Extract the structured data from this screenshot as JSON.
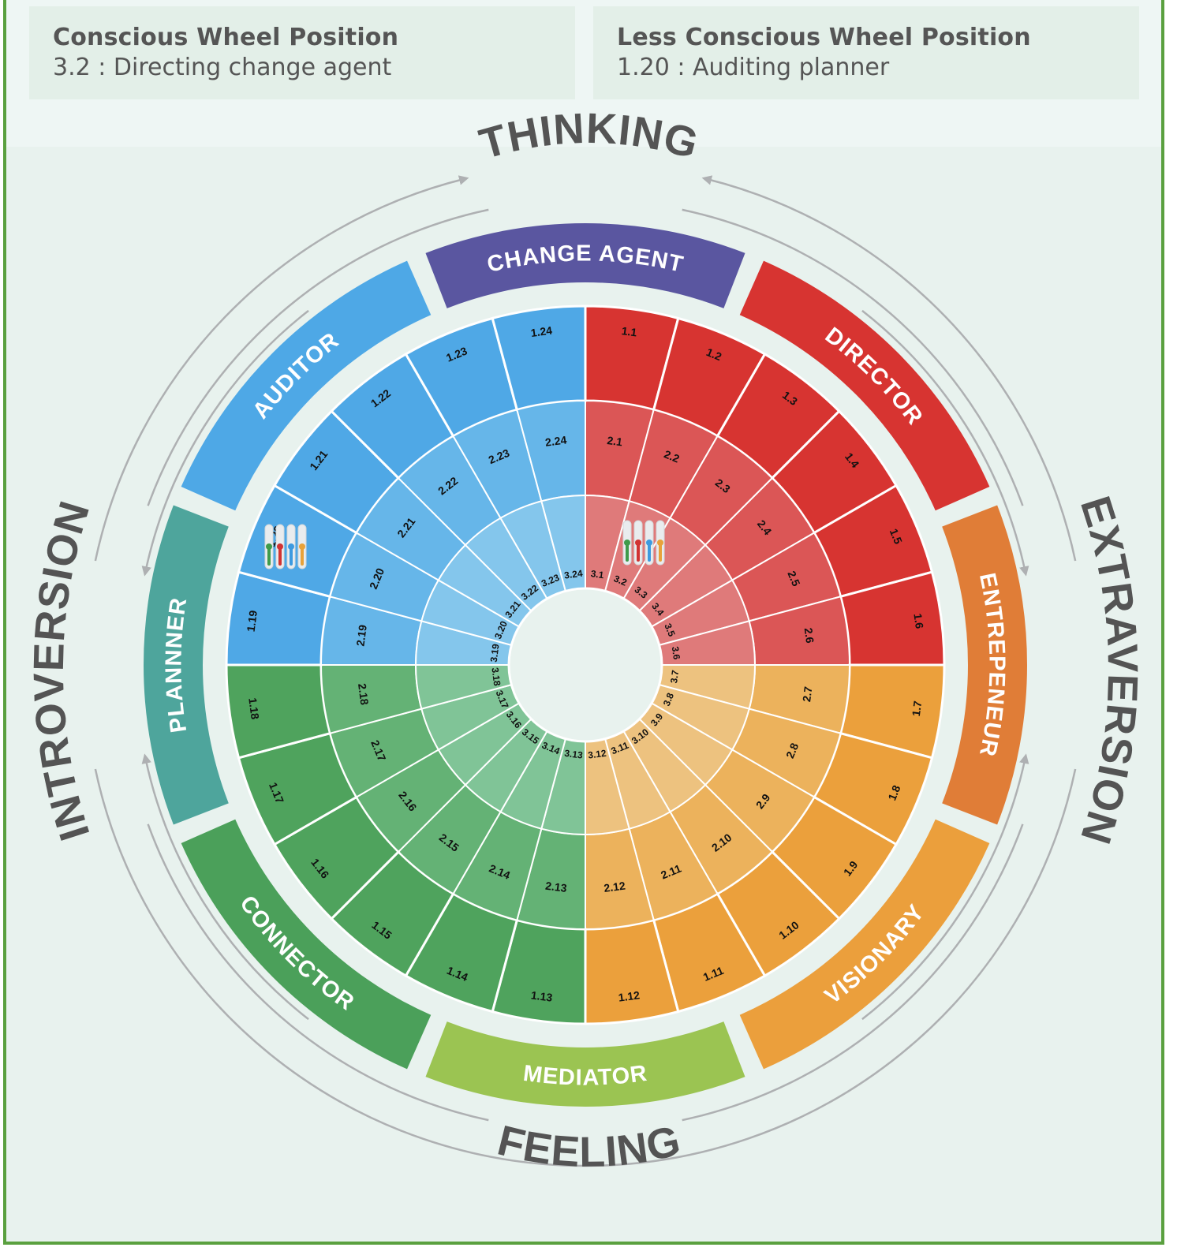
{
  "header": {
    "conscious": {
      "title": "Conscious Wheel Position",
      "value": "3.2 : Directing change agent"
    },
    "less_conscious": {
      "title": "Less Conscious Wheel Position",
      "value": "1.20 : Auditing planner"
    }
  },
  "axes": {
    "top": "THINKING",
    "bottom": "FEELING",
    "left": "INTROVERSION",
    "right": "EXTRAVERSION"
  },
  "colors": {
    "background": "#e8f2ee",
    "frame": "#5aa03f",
    "arrow": "#aeb0b2",
    "axis_text": "#545454"
  },
  "bands": [
    {
      "label": "CHANGE AGENT",
      "color": "#5a56a0"
    },
    {
      "label": "DIRECTOR",
      "color": "#d73431"
    },
    {
      "label": "ENTREPENEUR",
      "color": "#e07d37"
    },
    {
      "label": "VISIONARY",
      "color": "#eb9f3c"
    },
    {
      "label": "MEDIATOR",
      "color": "#9bc452"
    },
    {
      "label": "CONNECTOR",
      "color": "#4ba05a"
    },
    {
      "label": "PLANNNER",
      "color": "#4ea59c"
    },
    {
      "label": "AUDITOR",
      "color": "#4ea8e6"
    }
  ],
  "quadrants": [
    {
      "name": "red",
      "ring_colors": [
        "#d73431",
        "#db5656",
        "#df7a7a"
      ],
      "segments": [
        1,
        2,
        3,
        4,
        5,
        6
      ]
    },
    {
      "name": "orange",
      "ring_colors": [
        "#eba03c",
        "#ecb25c",
        "#edc27f"
      ],
      "segments": [
        7,
        8,
        9,
        10,
        11,
        12
      ]
    },
    {
      "name": "green",
      "ring_colors": [
        "#4fa35d",
        "#64b275",
        "#80c497"
      ],
      "segments": [
        13,
        14,
        15,
        16,
        17,
        18
      ]
    },
    {
      "name": "blue",
      "ring_colors": [
        "#4fa8e6",
        "#66b6e9",
        "#84c6ec"
      ],
      "segments": [
        19,
        20,
        21,
        22,
        23,
        24
      ]
    }
  ],
  "rings": [
    {
      "level": 1,
      "label_prefix": "1"
    },
    {
      "level": 2,
      "label_prefix": "2"
    },
    {
      "level": 3,
      "label_prefix": "3"
    }
  ],
  "markers": [
    {
      "segment": "3.2",
      "description": "conscious-position-slider-icon",
      "slider_colors": [
        "#3f9b4b",
        "#d13232",
        "#3d9ae0",
        "#e8a23a"
      ]
    },
    {
      "segment": "1.20",
      "description": "less-conscious-position-slider-icon",
      "slider_colors": [
        "#3f9b4b",
        "#d13232",
        "#3d9ae0",
        "#e8a23a"
      ]
    }
  ]
}
